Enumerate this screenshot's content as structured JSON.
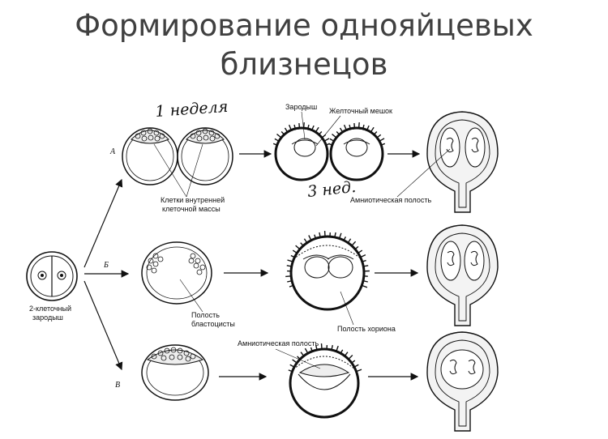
{
  "title": {
    "line1": "Формирование однояйцевых",
    "line2": "близнецов"
  },
  "row_labels": {
    "a": "А",
    "b": "Б",
    "c": "В"
  },
  "handwritten": {
    "week1": "1 неделя",
    "week3": "3 нед."
  },
  "labels": {
    "embryo": "Зародыш",
    "yolk_sac": "Желточный мешок",
    "inner_mass_1": "Клетки внутренней",
    "inner_mass_2": "клеточной массы",
    "amniotic_cavity": "Амниотическая полость",
    "blastocyst_cavity_1": "Полость",
    "blastocyst_cavity_2": "бластоцисты",
    "chorion_cavity": "Полость хориона",
    "amniotic_cavity_low": "Амниотическая полость",
    "two_cell_1": "2-клеточный",
    "two_cell_2": "зародыш"
  },
  "colors": {
    "ink": "#111111",
    "title": "#404040"
  }
}
